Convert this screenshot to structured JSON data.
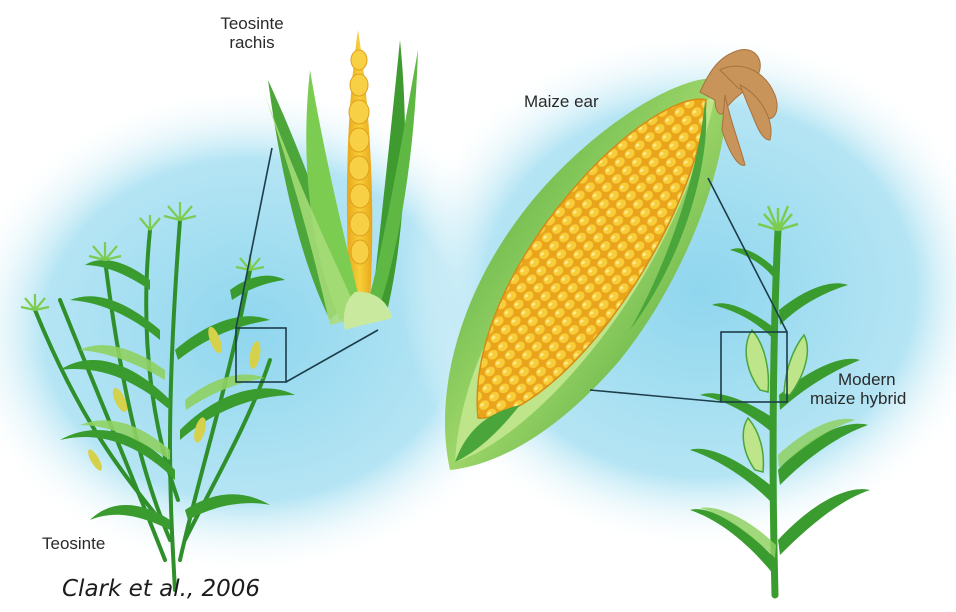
{
  "labels": {
    "teosinte_rachis_line1": "Teosinte",
    "teosinte_rachis_line2": "rachis",
    "maize_ear": "Maize ear",
    "modern_hybrid_line1": "Modern",
    "modern_hybrid_line2": "maize hybrid",
    "teosinte": "Teosinte"
  },
  "citation": "Clark et al., 2006",
  "colors": {
    "background_glow": "#8fd6ee",
    "leaf_dark": "#2f8f2a",
    "leaf_light": "#7ccc52",
    "husk": "#9ed66a",
    "kernel": "#f2b923",
    "silk": "#c8945a",
    "callout_line": "#1c3d4a"
  }
}
